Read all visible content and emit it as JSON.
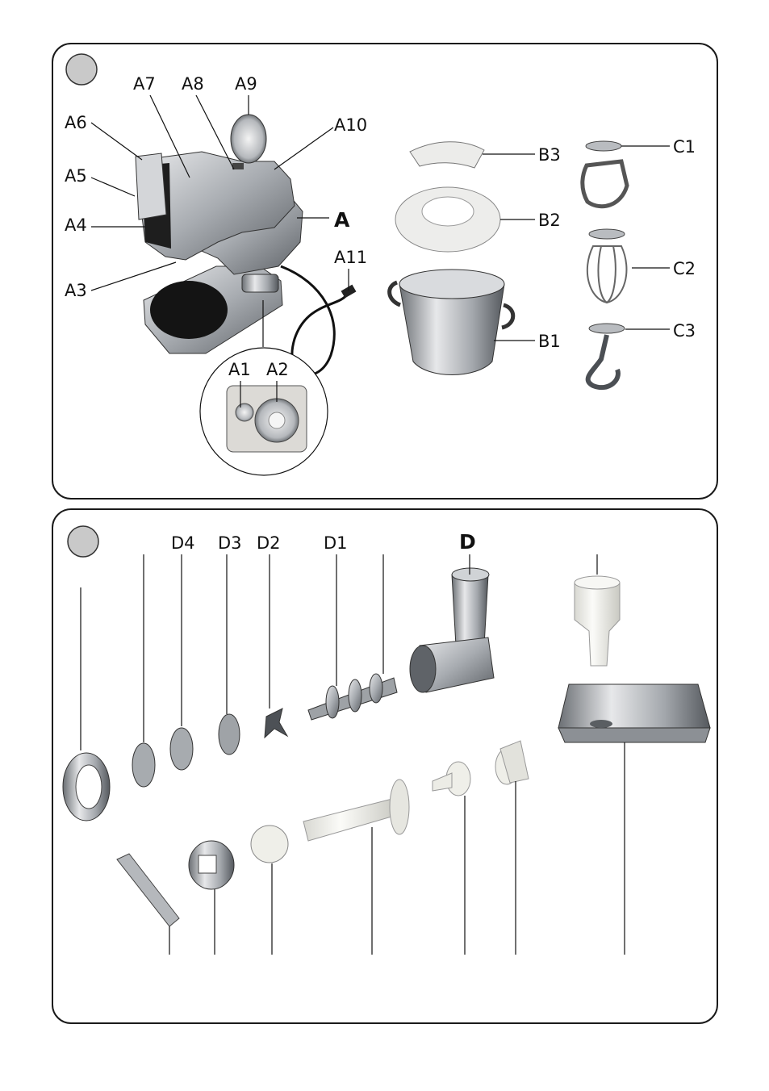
{
  "figure_1": {
    "product_label": "A",
    "parts": [
      "A1",
      "A2",
      "A3",
      "A4",
      "A5",
      "A6",
      "A7",
      "A8",
      "A9",
      "A10",
      "A11"
    ],
    "bowl_parts": [
      "B1",
      "B2",
      "B3"
    ],
    "tool_parts": [
      "C1",
      "C2",
      "C3"
    ]
  },
  "figure_2": {
    "product_label": "D",
    "parts": [
      "D1",
      "D2",
      "D3",
      "D4"
    ]
  },
  "colors": {
    "outline": "#1a1a1a",
    "metal": "#b9bcc0",
    "metal_dark": "#6d7176",
    "plastic": "#eeeeea",
    "badge": "#c9c9c9"
  }
}
